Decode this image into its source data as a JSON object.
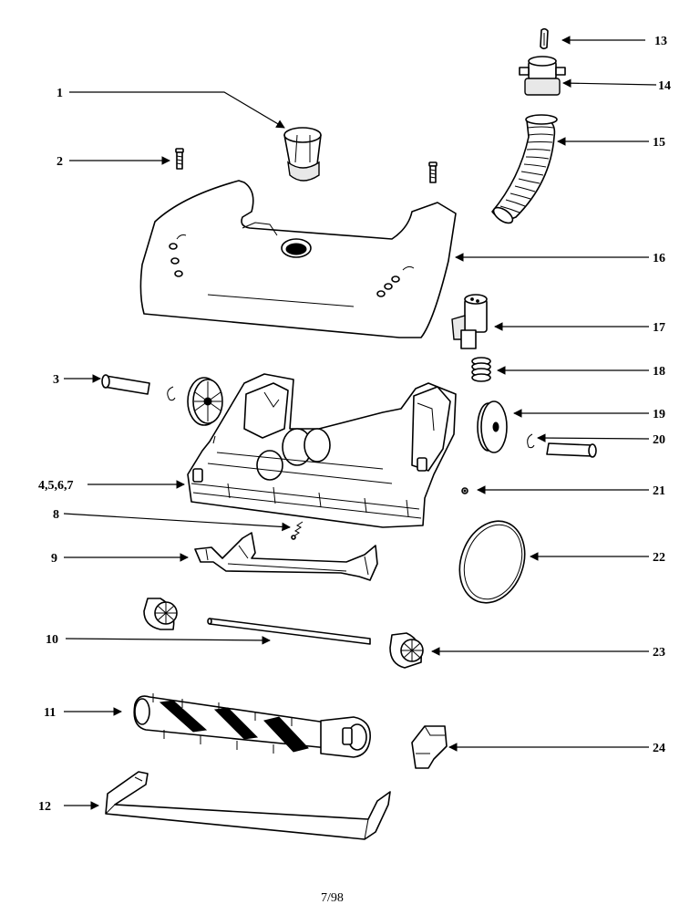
{
  "callouts": {
    "c1": "1",
    "c2": "2",
    "c3": "3",
    "c4": "4,5,6,7",
    "c8": "8",
    "c9": "9",
    "c10": "10",
    "c11": "11",
    "c12": "12",
    "c13": "13",
    "c14": "14",
    "c15": "15",
    "c16": "16",
    "c17": "17",
    "c18": "18",
    "c19": "19",
    "c20": "20",
    "c21": "21",
    "c22": "22",
    "c23": "23",
    "c24": "24"
  },
  "footer": {
    "page_code": "7/98"
  }
}
